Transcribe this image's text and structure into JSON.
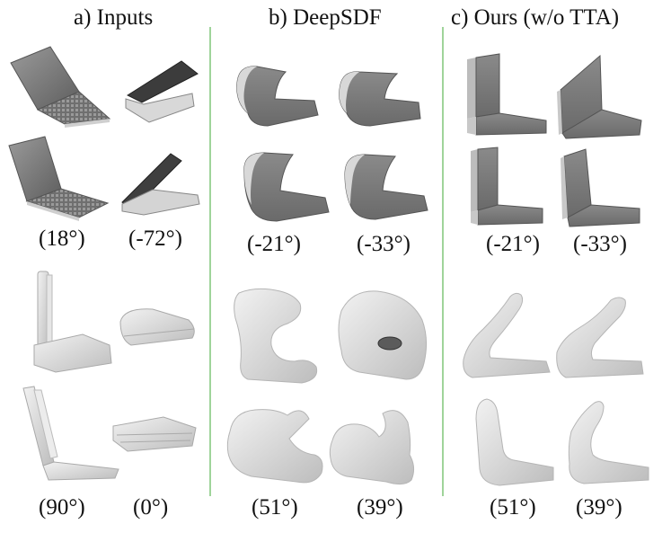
{
  "columns": [
    {
      "title": "a) Inputs"
    },
    {
      "title": "b) DeepSDF"
    },
    {
      "title": "c) Ours (w/o TTA)"
    }
  ],
  "angles": {
    "inputs_top": [
      "(18°)",
      "(-72°)"
    ],
    "inputs_bottom": [
      "(90°)",
      "(0°)"
    ],
    "deepsdf_top": [
      "(-21°)",
      "(-33°)"
    ],
    "deepsdf_bottom": [
      "(51°)",
      "(39°)"
    ],
    "ours_top": [
      "(-21°)",
      "(-33°)"
    ],
    "ours_bottom": [
      "(51°)",
      "(39°)"
    ]
  },
  "colors": {
    "divider": "#9fd49a",
    "dark_shape": "#7d7d7d",
    "light_shape": "#dcdcdc"
  }
}
